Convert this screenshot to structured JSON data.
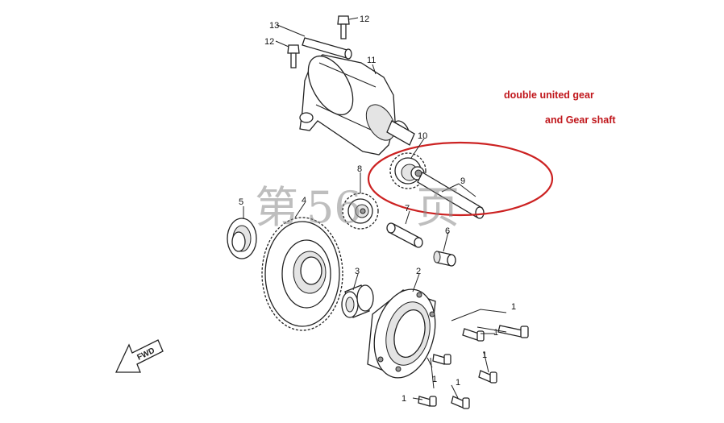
{
  "annotations": {
    "line1": "double united gear",
    "line2": "and Gear shaft",
    "color": "#c0161b"
  },
  "watermark": {
    "char1": "第",
    "char2": "56",
    "char3": "页"
  },
  "fwd_label": "FWD",
  "callouts": {
    "p1": "1",
    "p2": "2",
    "p3": "3",
    "p4": "4",
    "p5": "5",
    "p6": "6",
    "p7": "7",
    "p8": "8",
    "p9": "9",
    "p10": "10",
    "p11": "11",
    "p12": "12",
    "p13": "13"
  },
  "highlight_color": "#cc2222"
}
